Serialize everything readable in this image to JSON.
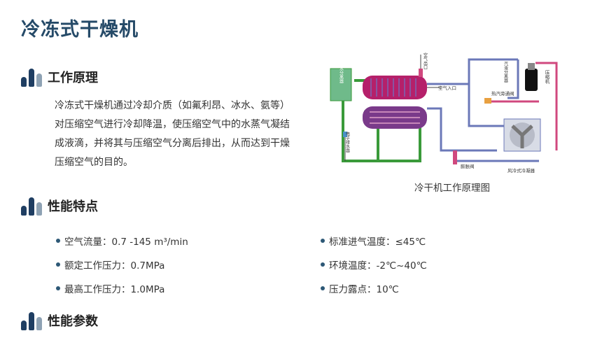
{
  "page": {
    "title": "冷冻式干燥机"
  },
  "sections": {
    "principle": {
      "title": "工作原理",
      "description_lines": [
        "冷冻式干燥机通过冷却介质（如氟利昂、冰水、氨等）",
        "对压缩空气进行冷却降温，使压缩空气中的水蒸气凝结",
        "成液滴，并将其与压缩空气分离后排出，从而达到干燥",
        "压缩空气的目的。"
      ]
    },
    "features": {
      "title": "性能特点"
    },
    "params": {
      "title": "性能参数"
    }
  },
  "features": {
    "left": [
      "空气流量：0.7 -145 m³/min",
      "额定工作压力：0.7MPa",
      "最高工作压力：1.0MPa"
    ],
    "right": [
      "标准进气温度：≤45℃",
      "环境温度：-2℃~40℃",
      "压力露点：10℃"
    ]
  },
  "diagram": {
    "caption": "冷干机工作原理图",
    "labels": {
      "separator_left": "汽水分离器",
      "air_outlet": "空气出口",
      "air_inlet": "空气入口",
      "separator_right": "汽液分离器",
      "compressor": "压缩机",
      "hot_gas_valve": "热汽旁通阀",
      "drain": "电子排水器",
      "expansion_valve": "膨胀阀",
      "condenser": "风冷式冷凝器"
    },
    "colors": {
      "green_line": "#3a9a3a",
      "blue_line": "#6b78b8",
      "pink_line": "#d0487e",
      "accent": "#254a68"
    }
  }
}
